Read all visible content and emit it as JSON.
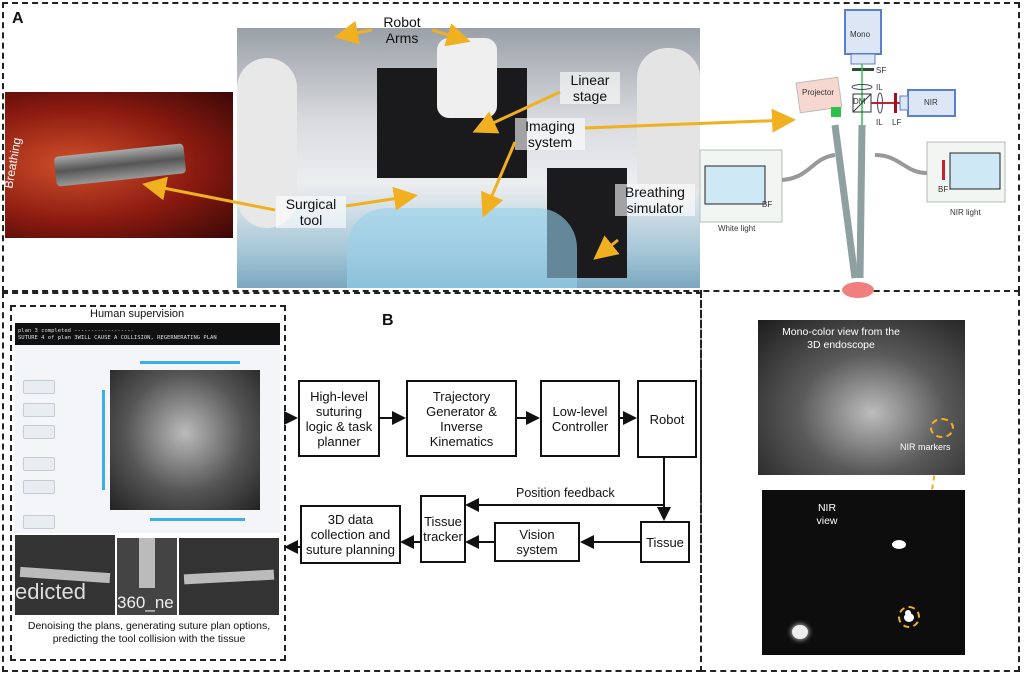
{
  "panel_a": {
    "label": "A",
    "annotations": {
      "robot_arms": "Robot Arms",
      "linear_stage": "Linear stage",
      "imaging_system": "Imaging system",
      "surgical_tool": "Surgical tool",
      "breathing_simulator": "Breathing simulator",
      "breathing": "Breathing"
    },
    "optics": {
      "mono": "Mono",
      "sf": "SF",
      "il_top": "IL",
      "projector": "Projector",
      "dm": "DM",
      "nir": "NIR",
      "il_bottom": "IL",
      "lf": "LF",
      "bf_left": "BF",
      "bf_right": "BF",
      "white_light": "White light",
      "nir_light": "NIR light"
    }
  },
  "panel_b": {
    "label": "B",
    "human_supervision": {
      "title": "Human supervision",
      "console_lines": [
        "plan 3 completed ------------------",
        "SUTURE 4 of plan 3WILL CAUSE A COLLISION, REGERNERATING PLAN"
      ],
      "thumbnail_text_1": "edicted",
      "thumbnail_text_2": "360_ne",
      "caption": "Denoising the plans, generating suture plan options, predicting the tool collision with the tissue"
    },
    "blocks": {
      "high_level": "High-level suturing logic & task planner",
      "trajectory": "Trajectory Generator & Inverse Kinematics",
      "low_level": "Low-level Controller",
      "robot": "Robot",
      "tissue": "Tissue",
      "vision": "Vision system",
      "tracker": "Tissue tracker",
      "data3d": "3D data collection and suture planning",
      "position_feedback": "Position feedback"
    }
  },
  "views": {
    "mono_view": "Mono-color view from the 3D endoscope",
    "nir_markers": "NIR markers",
    "nir_view": "NIR view"
  },
  "colors": {
    "arrow_accent": "#f0b020",
    "nir_red": "#c8202c",
    "mono_green": "#2fc24a",
    "camera_blue": "#5b7fd0"
  }
}
